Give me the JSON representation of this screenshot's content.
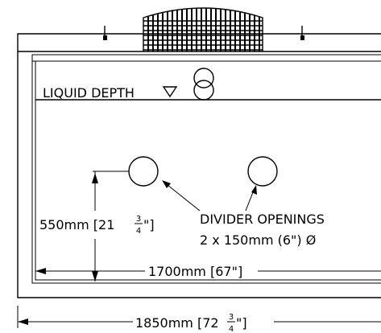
{
  "labels": {
    "liquid_depth": "LIQUID DEPTH",
    "divider_title": "DIVIDER OPENINGS",
    "divider_spec": "2 x 150mm (6\") Ø"
  },
  "dimensions": {
    "height": {
      "main": "550mm [21",
      "whole": "",
      "num": "3",
      "den": "4",
      "end": "\"]"
    },
    "inner_width": {
      "text": "1700mm [67\"]"
    },
    "outer_width": {
      "main": "1850mm [72",
      "num": "3",
      "den": "4",
      "end": "\"]"
    }
  },
  "symbols": {
    "liquid_level": "inverted-triangle-icon",
    "overflow_fitting": "double-circle-icon",
    "opening": "circle-opening-icon"
  }
}
